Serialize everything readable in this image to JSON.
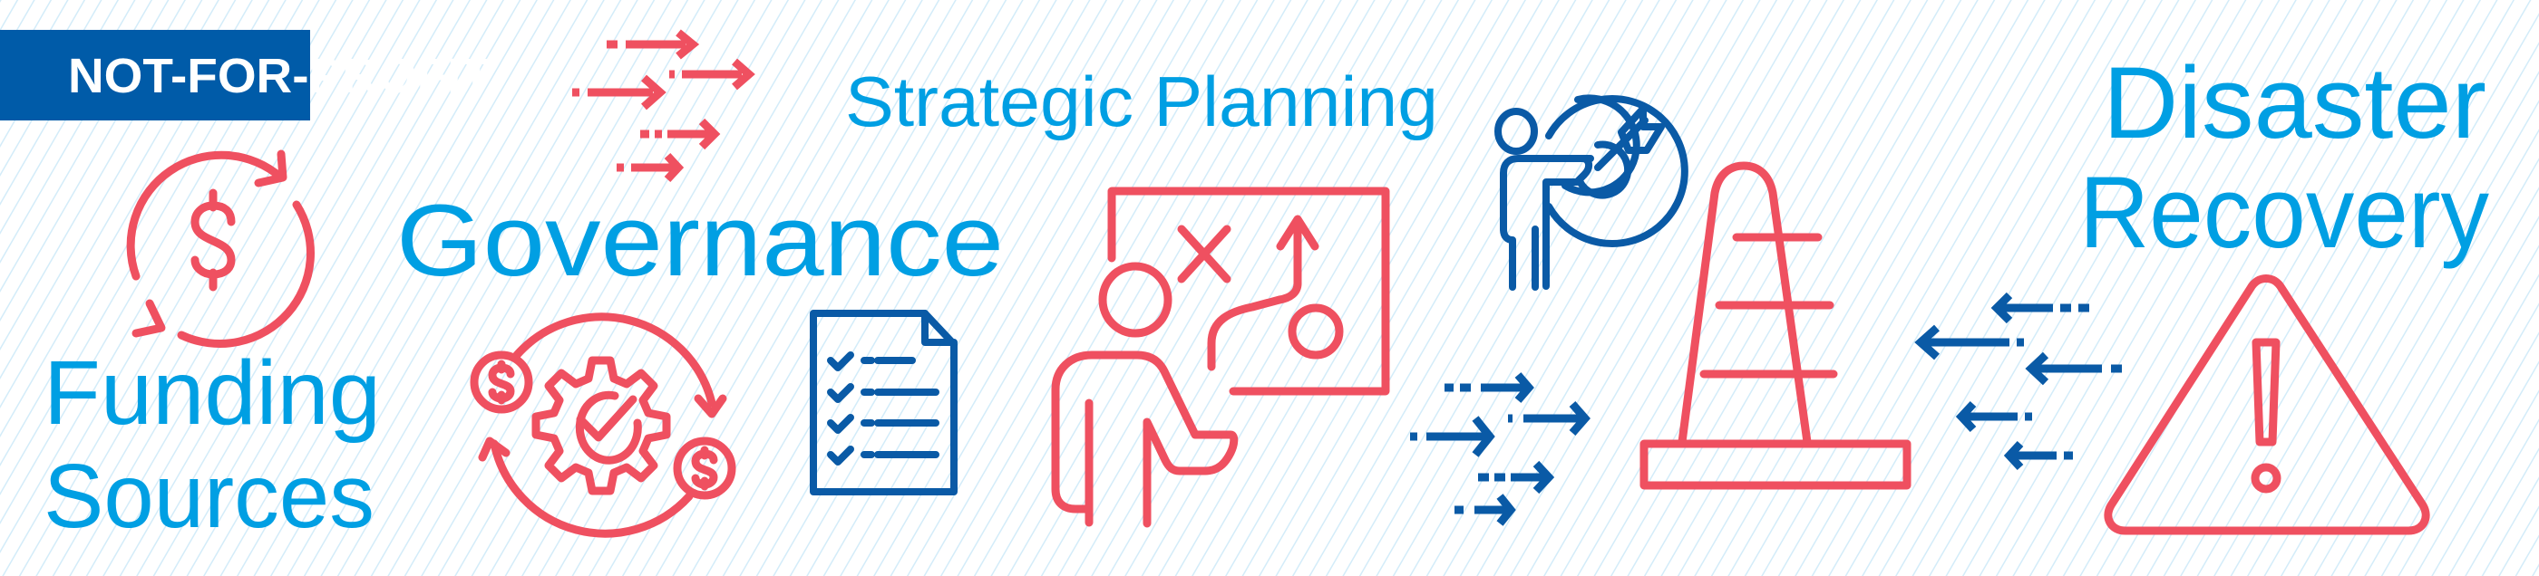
{
  "badge": {
    "label": "NOT-FOR-PROFIT"
  },
  "headings": {
    "funding_line1": "Funding",
    "funding_line2": "Sources",
    "governance": "Governance",
    "strategic_planning": "Strategic Planning",
    "disaster_line1": "Disaster",
    "disaster_line2": "Recovery"
  },
  "icons": [
    "funding-cycle-icon",
    "gear-money-cycle-icon",
    "checklist-document-icon",
    "whiteboard-presenter-icon",
    "target-person-icon",
    "traffic-cone-icon",
    "warning-triangle-icon",
    "arrows-right-icon",
    "arrows-left-icon"
  ],
  "colors": {
    "brand_blue": "#005BA8",
    "heading_blue": "#009FE3",
    "icon_red": "#EF5060",
    "icon_blue": "#0A5AA6",
    "stripe": "#D3ECF9"
  }
}
